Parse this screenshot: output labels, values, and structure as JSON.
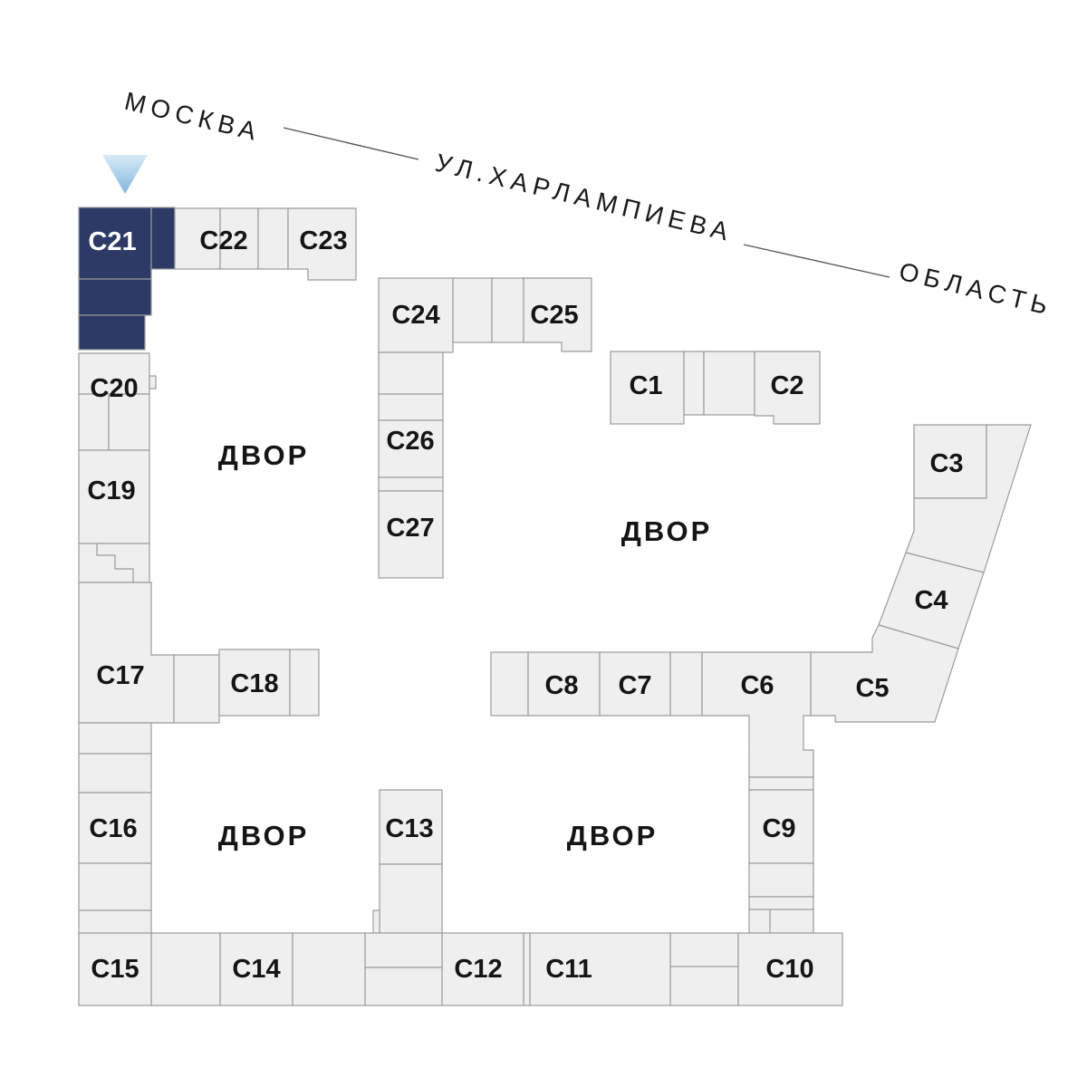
{
  "street": {
    "city": "МОСКВА",
    "name": "УЛ.ХАРЛАМПИЕВА",
    "region": "ОБЛАСТЬ"
  },
  "courtyard_label": "ДВОР",
  "selected_building": "С21",
  "colors": {
    "highlight": "#2d3a66",
    "block_fill": "#efefef",
    "block_border": "#9b9b9b",
    "label_text": "#151515",
    "selected_label_text": "#ffffff",
    "marker_top": "#d9eaf6",
    "marker_bottom": "#7fb7de"
  },
  "buildings": {
    "c1": {
      "label": "С1"
    },
    "c2": {
      "label": "С2"
    },
    "c3": {
      "label": "С3"
    },
    "c4": {
      "label": "С4"
    },
    "c5": {
      "label": "С5"
    },
    "c6": {
      "label": "С6"
    },
    "c7": {
      "label": "С7"
    },
    "c8": {
      "label": "С8"
    },
    "c9": {
      "label": "С9"
    },
    "c10": {
      "label": "С10"
    },
    "c11": {
      "label": "С11"
    },
    "c12": {
      "label": "С12"
    },
    "c13": {
      "label": "С13"
    },
    "c14": {
      "label": "С14"
    },
    "c15": {
      "label": "С15"
    },
    "c16": {
      "label": "С16"
    },
    "c17": {
      "label": "С17"
    },
    "c18": {
      "label": "С18"
    },
    "c19": {
      "label": "С19"
    },
    "c20": {
      "label": "С20"
    },
    "c21": {
      "label": "С21"
    },
    "c22": {
      "label": "С22"
    },
    "c23": {
      "label": "С23"
    },
    "c24": {
      "label": "С24"
    },
    "c25": {
      "label": "С25"
    },
    "c26": {
      "label": "С26"
    },
    "c27": {
      "label": "С27"
    }
  }
}
